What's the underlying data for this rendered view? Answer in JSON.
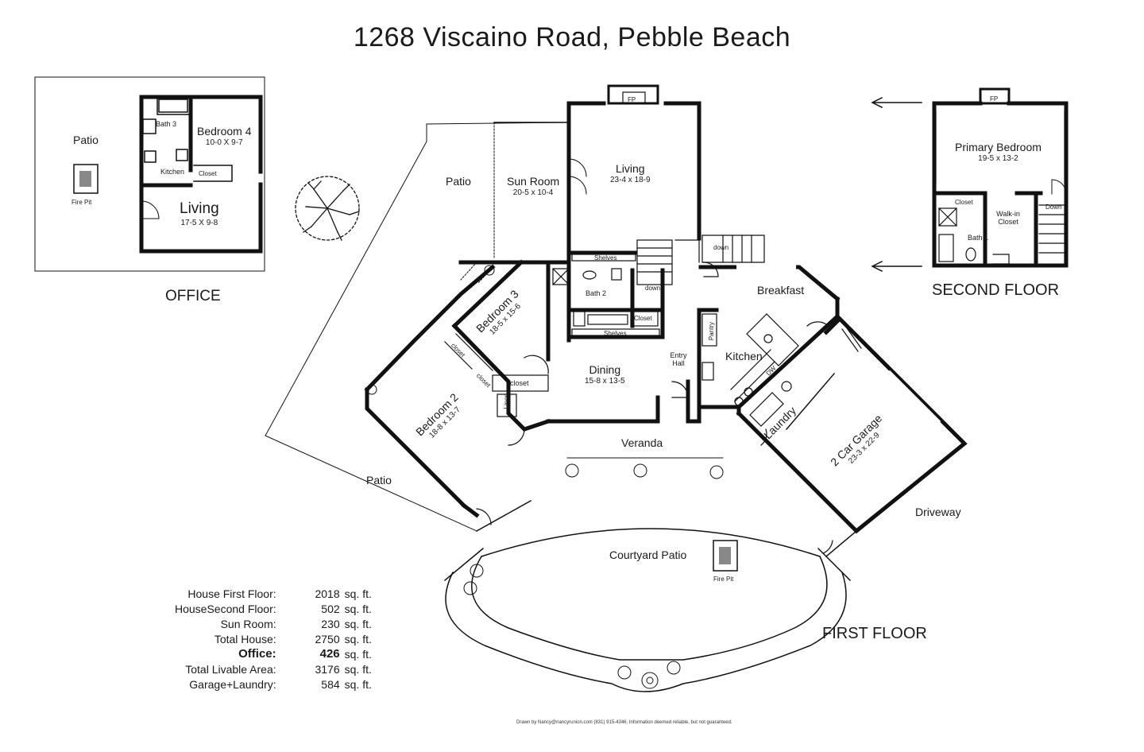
{
  "title": "1268 Viscaino Road, Pebble Beach",
  "sections": {
    "office": "OFFICE",
    "second_floor": "SECOND FLOOR",
    "first_floor": "FIRST FLOOR"
  },
  "office": {
    "patio": "Patio",
    "fire_pit": "Fire Pit",
    "bath3": "Bath 3",
    "bedroom4": {
      "name": "Bedroom 4",
      "dim": "10-0 X 9-7"
    },
    "kitchen": "Kitchen",
    "closet": "Closet",
    "living": {
      "name": "Living",
      "dim": "17-5 X 9-8"
    }
  },
  "second": {
    "fp": "FP",
    "primary_bedroom": {
      "name": "Primary Bedroom",
      "dim": "19-5 x 13-2"
    },
    "closet": "Closet",
    "walkin": "Walk-in Closet",
    "bath1": "Bath 1",
    "down": "Down"
  },
  "first": {
    "fp": "FP",
    "patio_top": "Patio",
    "sun_room": {
      "name": "Sun Room",
      "dim": "20-5 x 10-4"
    },
    "living": {
      "name": "Living",
      "dim": "23-4 x 18-9"
    },
    "down1": "down",
    "down2": "down",
    "shelves1": "Shelves",
    "shelves2": "Shelves",
    "bath2": "Bath 2",
    "closet_hall": "Closet",
    "breakfast": "Breakfast",
    "bedroom3": {
      "name": "Bedroom 3",
      "dim": "18-5 x 15-6"
    },
    "closet1": "closet",
    "closet2": "closet",
    "closet3": "closet",
    "linen": "Linen",
    "bedroom2": {
      "name": "Bedroom 2",
      "dim": "18-8 x 13-7"
    },
    "dining": {
      "name": "Dining",
      "dim": "15-8 x 13-5"
    },
    "entry": "Entry Hall",
    "kitchen": "Kitchen",
    "pantry": "Pantry",
    "dw": "DW",
    "laundry": "Laundry",
    "garage": {
      "name": "2 Car Garage",
      "dim": "23-3 x 22-9"
    },
    "veranda": "Veranda",
    "patio_left": "Patio",
    "driveway": "Driveway",
    "courtyard": "Courtyard Patio",
    "fire_pit": "Fire Pit"
  },
  "areas": [
    {
      "label": "House First Floor:",
      "value": "2018",
      "unit": "sq. ft.",
      "bold": false
    },
    {
      "label": "HouseSecond Floor:",
      "value": "502",
      "unit": "sq. ft.",
      "bold": false
    },
    {
      "label": "Sun Room:",
      "value": "230",
      "unit": "sq. ft.",
      "bold": false
    },
    {
      "label": "Total House:",
      "value": "2750",
      "unit": "sq. ft.",
      "bold": false
    },
    {
      "label": "Office:",
      "value": "426",
      "unit": "sq. ft.",
      "bold": true
    },
    {
      "label": "Total Livable Area:",
      "value": "3176",
      "unit": "sq. ft.",
      "bold": false
    },
    {
      "label": "Garage+Laundry:",
      "value": "584",
      "unit": "sq. ft.",
      "bold": false
    }
  ],
  "footer": "Drawn by Nancy@nancyrunion.com (831) 915-4346. Information deemed reliable, but not guaranteed."
}
